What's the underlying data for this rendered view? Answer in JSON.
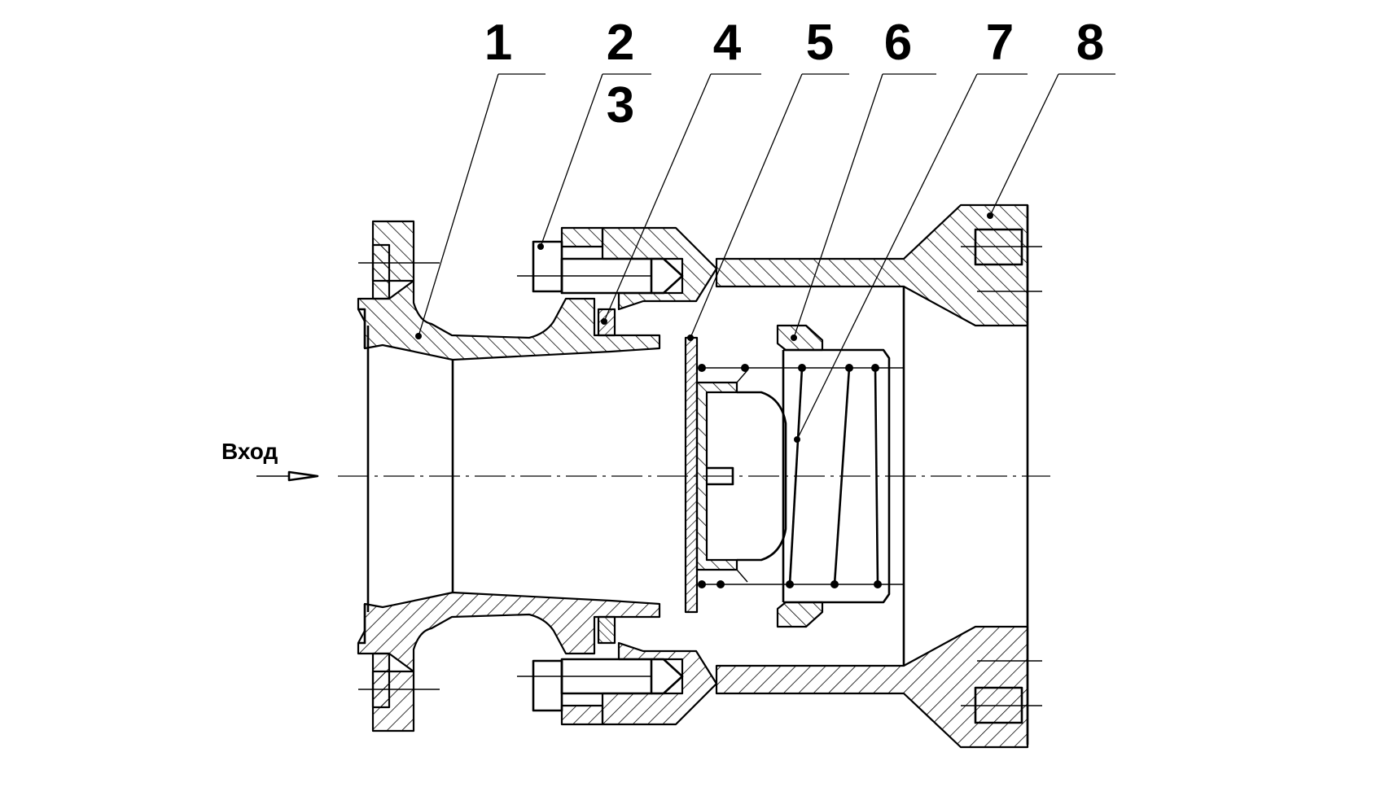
{
  "callouts": [
    {
      "id": "1",
      "label": "1"
    },
    {
      "id": "2",
      "label": "2"
    },
    {
      "id": "3",
      "label": "3"
    },
    {
      "id": "4",
      "label": "4"
    },
    {
      "id": "5",
      "label": "5"
    },
    {
      "id": "6",
      "label": "6"
    },
    {
      "id": "7",
      "label": "7"
    },
    {
      "id": "8",
      "label": "8"
    }
  ],
  "flow": {
    "inlet_label": "Вход"
  },
  "colors": {
    "line": "#000000",
    "background": "#ffffff"
  }
}
